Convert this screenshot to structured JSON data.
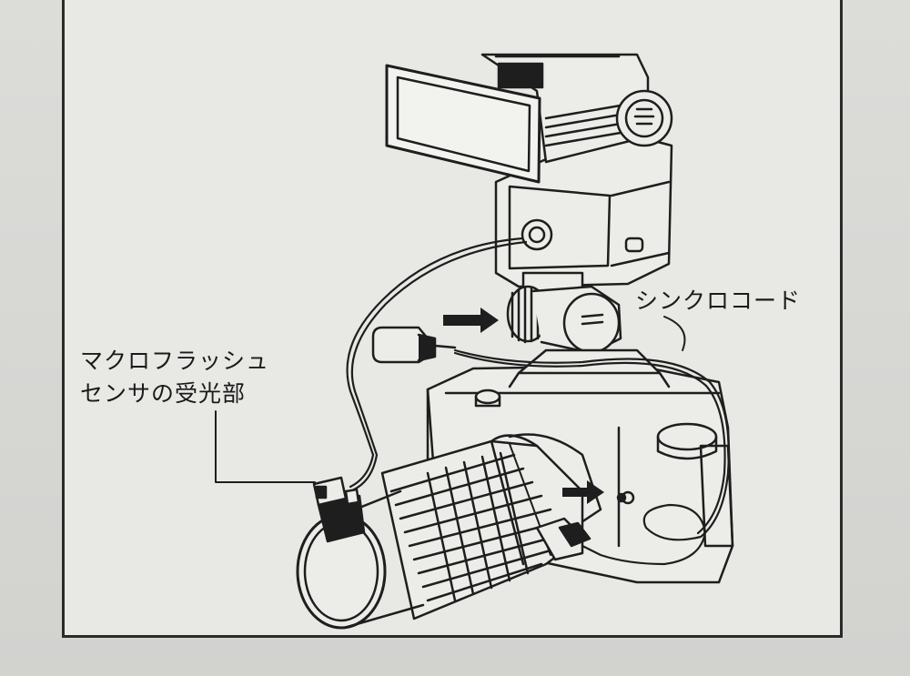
{
  "labels": {
    "sensor_line1": "マクロフラッシュ",
    "sensor_line2": "センサの受光部",
    "sync_cord": "シンクロコード"
  },
  "colors": {
    "ink": "#1e1e1e",
    "paper": "#e8e8e5",
    "background": "#d6d6d3"
  }
}
